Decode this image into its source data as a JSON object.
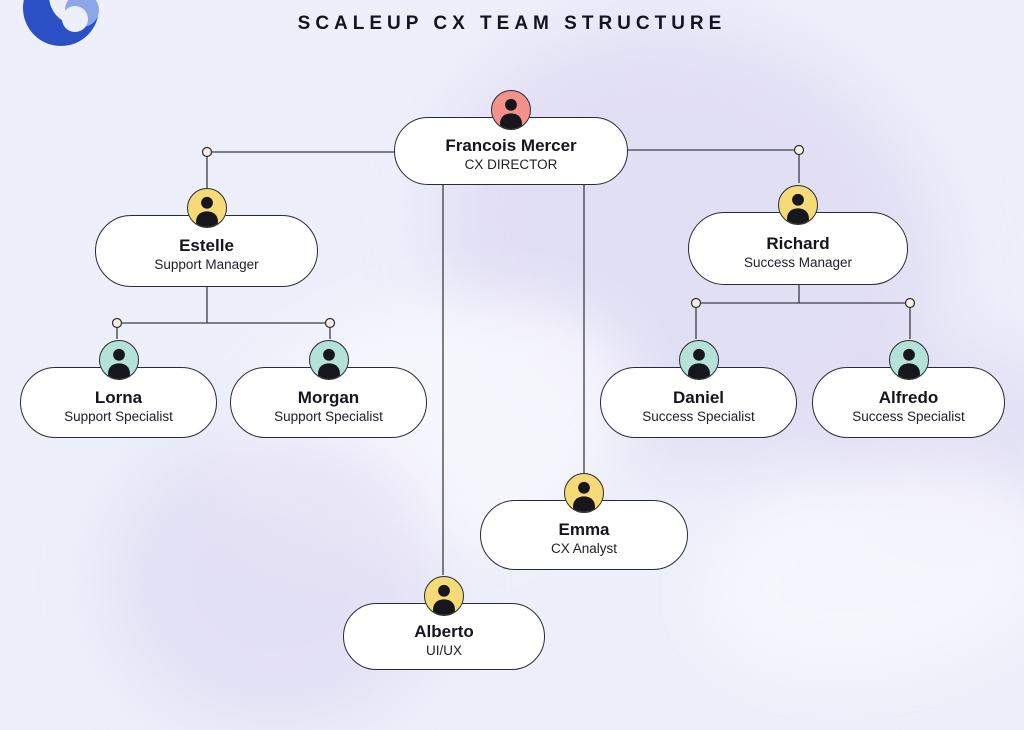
{
  "page": {
    "title": "SCALEUP CX TEAM STRUCTURE"
  },
  "logo": {
    "name": "scaleup-logo",
    "dark_blue": "#2b4fc4",
    "light_blue": "#8da6e9"
  },
  "colors": {
    "background": "#edeffa",
    "node_border": "#2a2a35",
    "connector_line": "#3c3c46",
    "connector_dot_fill": "#f8f1e2",
    "avatar_director": "#f2928b",
    "avatar_manager": "#f6da78",
    "avatar_specialist": "#b4e2d9"
  },
  "org_chart": {
    "nodes": [
      {
        "id": "francois",
        "name": "Francois Mercer",
        "role": "CX DIRECTOR",
        "reports_to": null,
        "avatar_color_key": "avatar_director"
      },
      {
        "id": "estelle",
        "name": "Estelle",
        "role": "Support Manager",
        "reports_to": "francois",
        "avatar_color_key": "avatar_manager"
      },
      {
        "id": "richard",
        "name": "Richard",
        "role": "Success Manager",
        "reports_to": "francois",
        "avatar_color_key": "avatar_manager"
      },
      {
        "id": "lorna",
        "name": "Lorna",
        "role": "Support Specialist",
        "reports_to": "estelle",
        "avatar_color_key": "avatar_specialist"
      },
      {
        "id": "morgan",
        "name": "Morgan",
        "role": "Support Specialist",
        "reports_to": "estelle",
        "avatar_color_key": "avatar_specialist"
      },
      {
        "id": "daniel",
        "name": "Daniel",
        "role": "Success Specialist",
        "reports_to": "richard",
        "avatar_color_key": "avatar_specialist"
      },
      {
        "id": "alfredo",
        "name": "Alfredo",
        "role": "Success Specialist",
        "reports_to": "richard",
        "avatar_color_key": "avatar_specialist"
      },
      {
        "id": "emma",
        "name": "Emma",
        "role": "CX Analyst",
        "reports_to": "francois",
        "avatar_color_key": "avatar_manager"
      },
      {
        "id": "alberto",
        "name": "Alberto",
        "role": "UI/UX",
        "reports_to": "francois",
        "avatar_color_key": "avatar_manager"
      }
    ]
  }
}
